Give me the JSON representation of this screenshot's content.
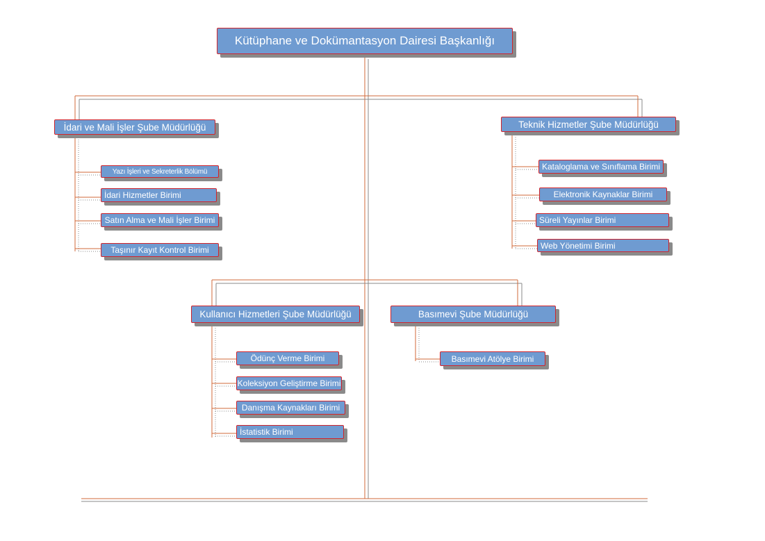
{
  "root": {
    "label": "Kütüphane ve Dokümantasyon Dairesi  Başkanlığı"
  },
  "departments": {
    "idari": {
      "label": "İdari ve Mali İşler Şube Müdürlüğü",
      "units": [
        "Yazı İşleri ve Sekreterlik Bölümü",
        "İdari Hizmetler Birimi",
        "Satın Alma ve Mali İşler Birimi",
        "Taşınır Kayıt Kontrol Birimi"
      ]
    },
    "teknik": {
      "label": "Teknik Hizmetler Şube Müdürlüğü",
      "units": [
        "Kataloglama ve Sınıflama Birimi",
        "Elektronik Kaynaklar Birimi",
        "Süreli Yayınlar Birimi",
        "Web Yönetimi  Birimi"
      ]
    },
    "kullanici": {
      "label": "Kullanıcı Hizmetleri Şube Müdürlüğü",
      "units": [
        "Ödünç Verme Birimi",
        "Koleksiyon Geliştirme Birimi",
        "Danışma Kaynakları Birimi",
        "İstatistik Birimi"
      ]
    },
    "basimevi": {
      "label": "Basımevi Şube Müdürlüğü",
      "units": [
        "Basımevi Atölye Birimi"
      ]
    }
  },
  "colors": {
    "box_fill": "#6f9bd1",
    "box_border": "#d2232a",
    "box_shadow": "#8a8a8a",
    "connector": "#d06a3a",
    "connector_dark": "#8a8a8a"
  }
}
